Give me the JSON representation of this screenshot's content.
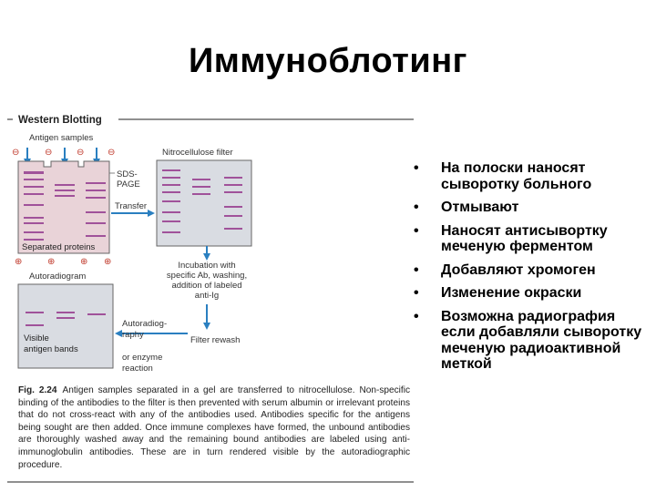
{
  "slide": {
    "title": "Иммуноблотинг"
  },
  "figure": {
    "header": "Western Blotting",
    "antigen_samples": "Antigen samples",
    "sds_page_1": "SDS-",
    "sds_page_2": "PAGE",
    "transfer": "Transfer",
    "separated_proteins": "Separated proteins",
    "nitrocellulose": "Nitrocellulose filter",
    "incubation_lines": [
      "Incubation with",
      "specific Ab, washing,",
      "addition of labeled",
      "anti-Ig"
    ],
    "autoradiogram": "Autoradiogram",
    "visible_1": "Visible",
    "visible_2": "antigen bands",
    "autoradiography_1": "Autoradiog-",
    "autoradiography_2": "raphy",
    "or_enzyme_1": "or enzyme",
    "or_enzyme_2": "reaction",
    "filter_rewash": "Filter rewash",
    "minus_sign": "⊖",
    "plus_sign": "⊕",
    "colors": {
      "gel_fill": "#e9d3d8",
      "filter_fill": "#d9dce2",
      "band": "#a0529a",
      "arrow": "#2a7fc0"
    }
  },
  "caption": {
    "fig_no": "Fig. 2.24",
    "text": "Antigen samples separated in a gel are transferred to nitrocellulose. Non-specific binding of the antibodies to the filter is then prevented with serum albumin or irrelevant proteins that do not cross-react with any of the antibodies used. Antibodies specific for the antigens being sought are then added. Once immune complexes have formed, the unbound antibodies are thoroughly washed away and the remaining bound antibodies are labeled using anti-immunoglobulin antibodies. These are in turn rendered visible by the autoradiographic procedure."
  },
  "bullets": [
    "На полоски наносят сыворотку больного",
    "Отмывают",
    "Наносят антисывортку меченую ферментом",
    "Добавляют хромоген",
    "Изменение окраски",
    "Возможна радиография если добавляли сыворотку меченую радиоактивной меткой"
  ],
  "bullet_symbol": "•"
}
